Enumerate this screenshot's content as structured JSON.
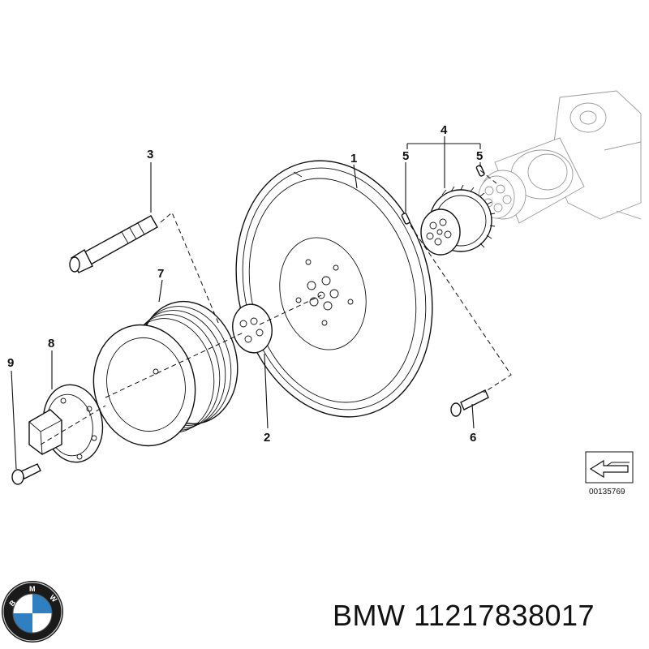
{
  "callouts": {
    "c1": "1",
    "c2": "2",
    "c3": "3",
    "c4": "4",
    "c5a": "5",
    "c5b": "5",
    "c6": "6",
    "c7": "7",
    "c8": "8",
    "c9": "9"
  },
  "diagram_ref": "00135769",
  "footer": {
    "brand": "BMW",
    "part_number": "11217838017",
    "logo_letters": "BMW",
    "caption": "BMW 11217838017"
  },
  "colors": {
    "logo_blue": "#2f7fc1",
    "line": "#111111",
    "ghost": "#9a9a9a"
  }
}
